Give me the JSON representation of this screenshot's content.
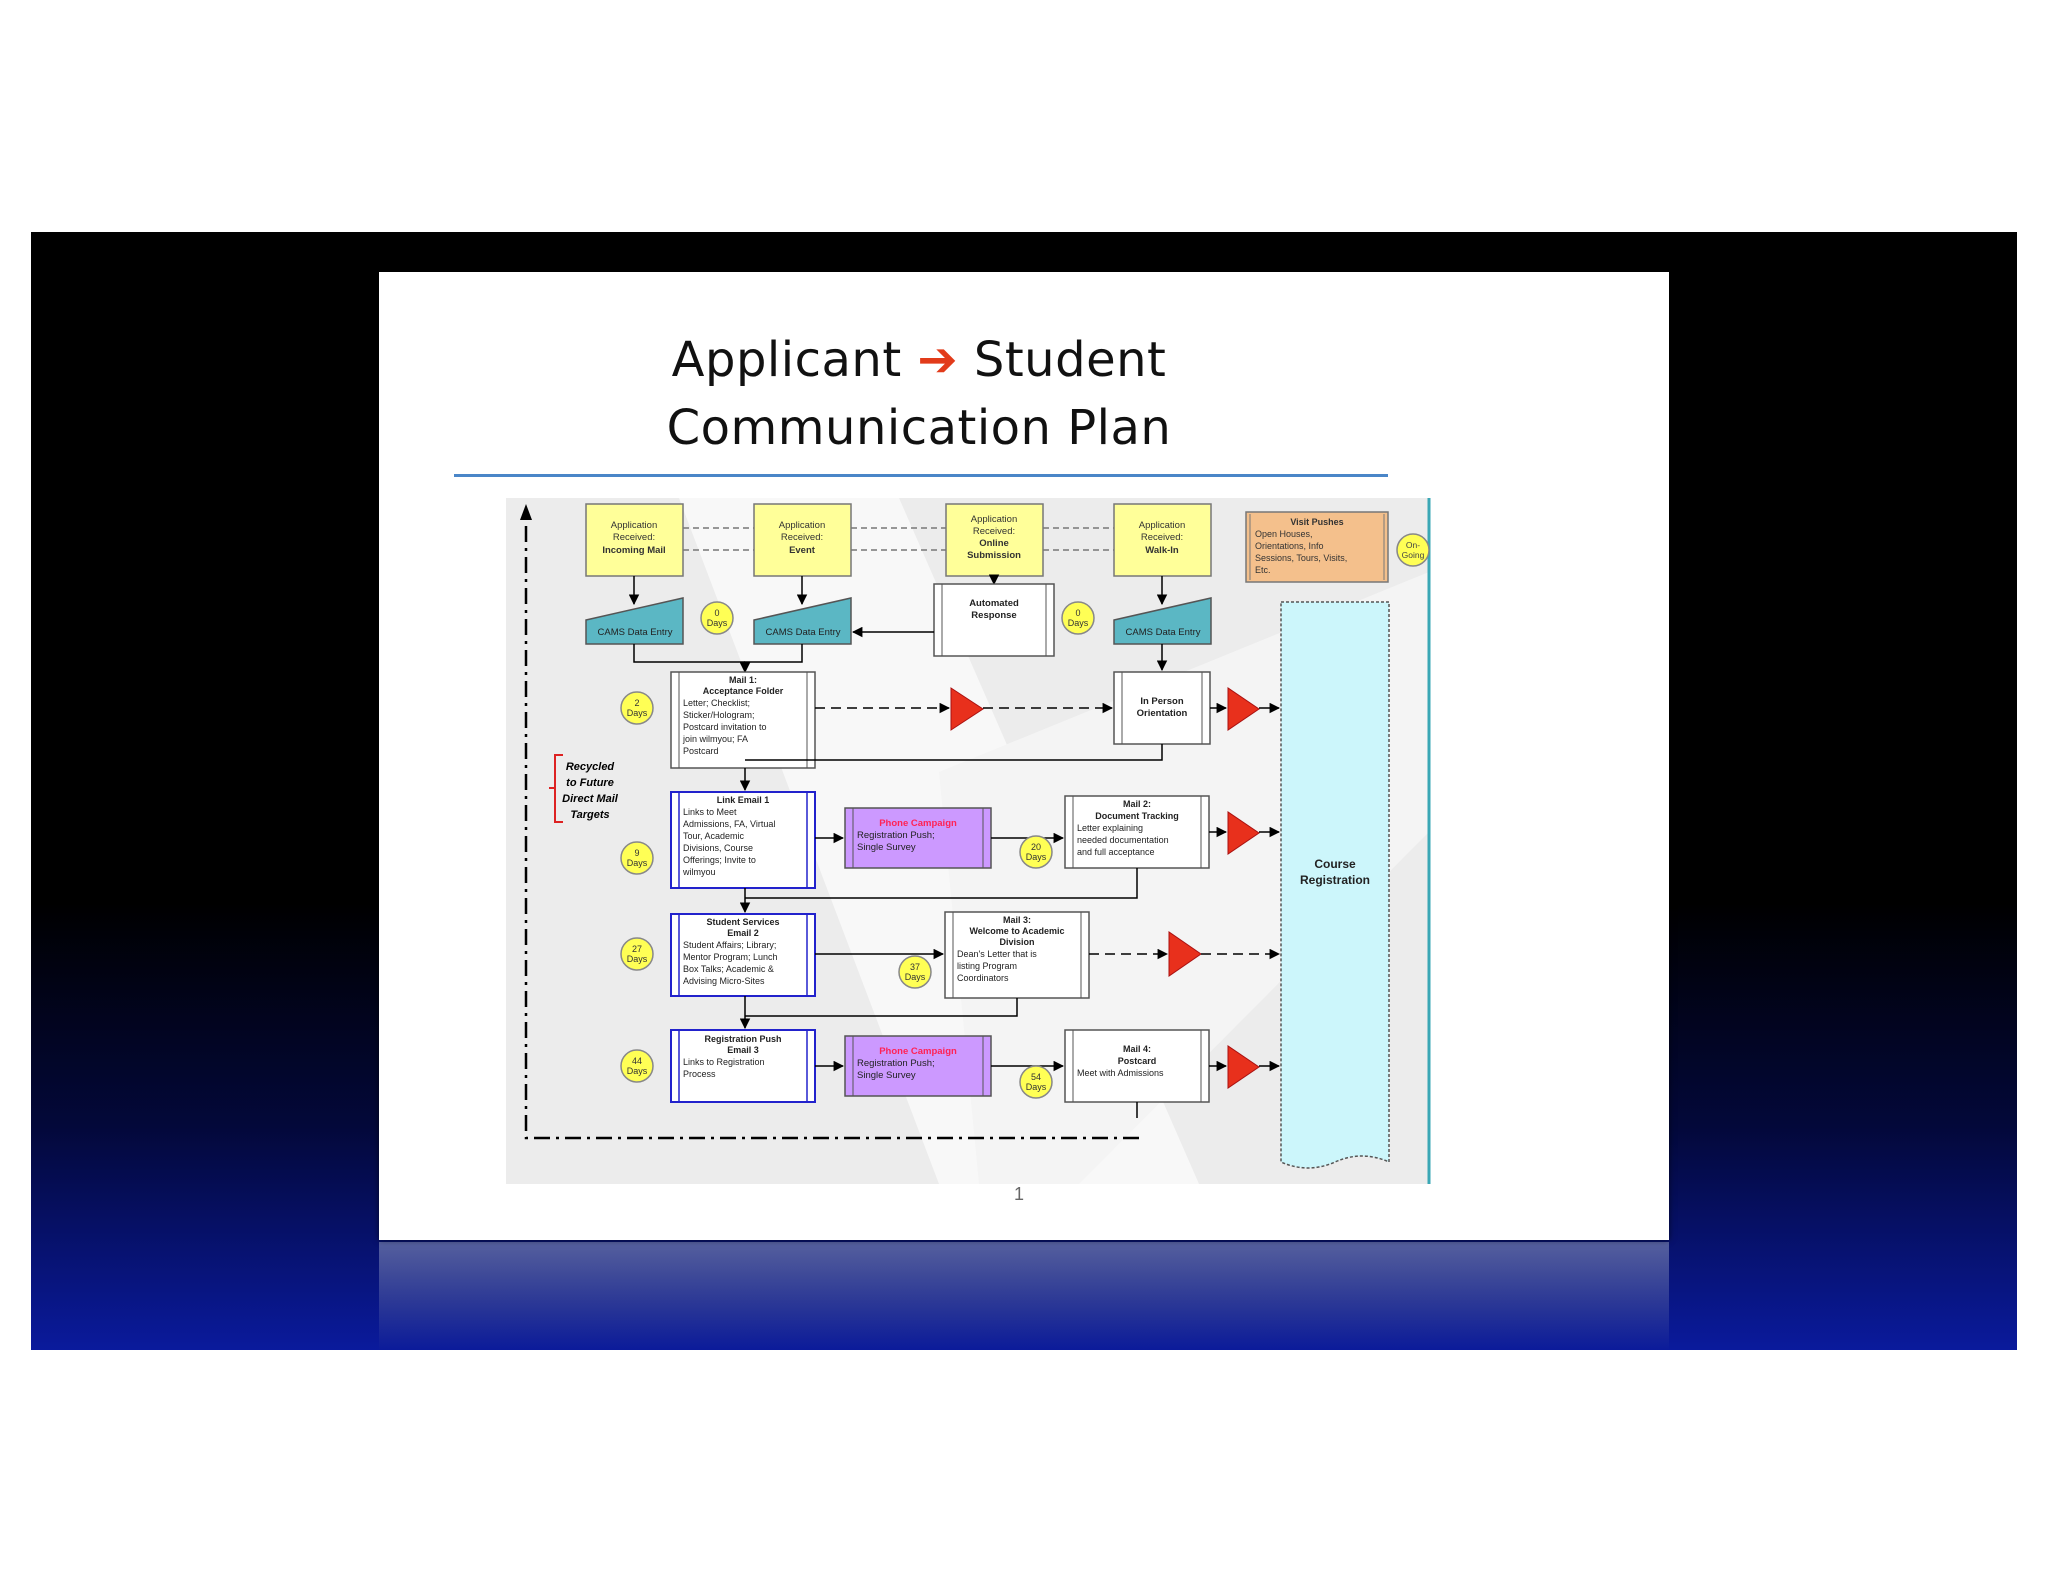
{
  "slide": {
    "title_line1_part1": "Applicant",
    "title_arrow": "➔",
    "title_line1_part2": "Student",
    "title_line2": "Communication Plan",
    "page_number": "1"
  },
  "diagram": {
    "app_incoming_mail": [
      "Application",
      "Received:",
      "Incoming Mail"
    ],
    "app_event": [
      "Application",
      "Received:",
      "Event"
    ],
    "app_online": [
      "Application",
      "Received:",
      "Online",
      "Submission"
    ],
    "app_walkin": [
      "Application",
      "Received:",
      "Walk-In"
    ],
    "visit_pushes": [
      "Visit Pushes",
      "Open Houses,",
      "Orientations, Info",
      "Sessions, Tours, Visits,",
      "Etc."
    ],
    "ongoing": [
      "On-",
      "Going"
    ],
    "cams_data_entry": "CAMS Data Entry",
    "automated_response": [
      "Automated",
      "Response"
    ],
    "mail1": [
      "Mail 1:",
      "Acceptance Folder",
      "Letter; Checklist;",
      "Sticker/Hologram;",
      "Postcard invitation to",
      "join wilmyou; FA",
      "Postcard"
    ],
    "in_person_orientation": [
      "In Person",
      "Orientation"
    ],
    "link_email1": [
      "Link Email 1",
      "Links to Meet",
      "Admissions, FA, Virtual",
      "Tour, Academic",
      "Divisions, Course",
      "Offerings; Invite to",
      "wilmyou"
    ],
    "phone_campaign": [
      "Phone Campaign",
      "Registration Push;",
      "Single Survey"
    ],
    "mail2": [
      "Mail 2:",
      "Document Tracking",
      "Letter explaining",
      "needed documentation",
      "and full acceptance"
    ],
    "student_services": [
      "Student Services",
      "Email 2",
      "Student Affairs; Library;",
      "Mentor Program; Lunch",
      "Box Talks; Academic &",
      "Advising Micro-Sites"
    ],
    "mail3": [
      "Mail 3:",
      "Welcome to Academic",
      "Division",
      "Dean's Letter that is",
      "listing Program",
      "Coordinators"
    ],
    "registration_push": [
      "Registration Push",
      "Email 3",
      "Links to Registration",
      "Process"
    ],
    "mail4": [
      "Mail 4:",
      "Postcard",
      "Meet with Admissions"
    ],
    "course_registration": [
      "Course",
      "Registration"
    ],
    "recycled": [
      "Recycled",
      "to Future",
      "Direct Mail",
      "Targets"
    ],
    "days": {
      "d0a": [
        "0",
        "Days"
      ],
      "d0b": [
        "0",
        "Days"
      ],
      "d2": [
        "2",
        "Days"
      ],
      "d9": [
        "9",
        "Days"
      ],
      "d20": [
        "20",
        "Days"
      ],
      "d27": [
        "27",
        "Days"
      ],
      "d37": [
        "37",
        "Days"
      ],
      "d44": [
        "44",
        "Days"
      ],
      "d54": [
        "54",
        "Days"
      ]
    },
    "colors": {
      "yellow": "#ffff99",
      "teal": "#5bb7c4",
      "purple": "#cc99ff",
      "orange": "#f4c08c",
      "cyan": "#ccf6fb",
      "red": "#e8301c",
      "blue_box": "#2222cc"
    }
  }
}
